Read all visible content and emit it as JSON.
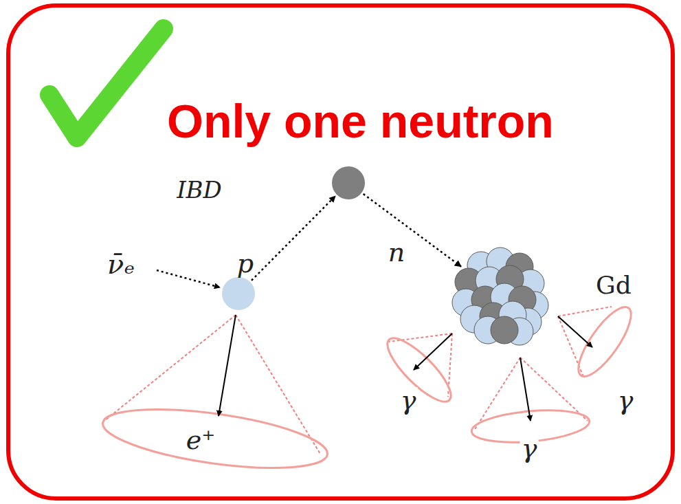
{
  "diagram": {
    "title": "Only one neutron",
    "nodes": [
      {
        "text": [
          "p"
        ]
      },
      {
        "text": [
          "Gd"
        ]
      }
    ],
    "edges": [
      {
        "from": 0,
        "to": 1,
        "arrow": "to",
        "label": "n"
      }
    ],
    "labels": [
      "IBD",
      "ν̄ₑ",
      "e⁺",
      "γ",
      "γ",
      "γ"
    ]
  }
}
